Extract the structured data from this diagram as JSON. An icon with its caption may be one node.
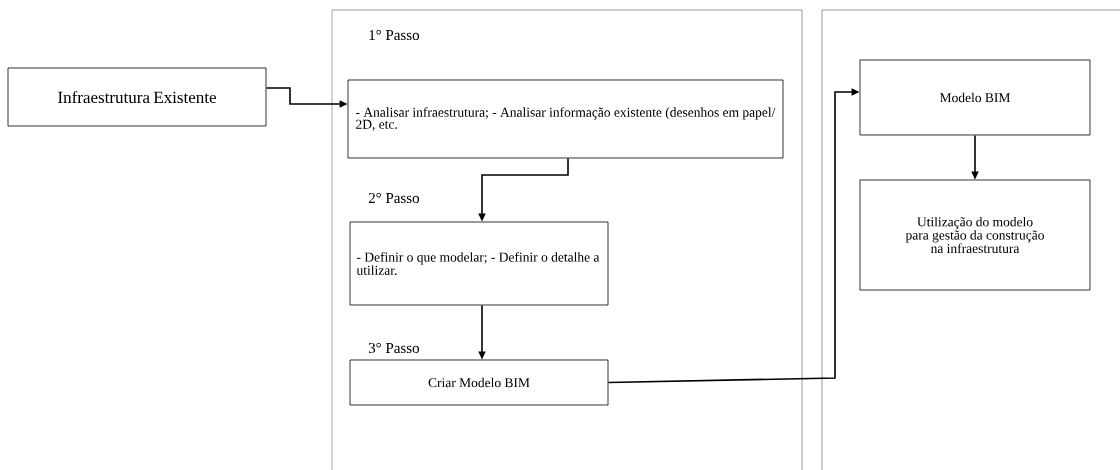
{
  "diagram": {
    "nodes": [
      {
        "text": [
          "Infraestrutura Existente"
        ]
      },
      {
        "text": [],
        "shape": "box"
      },
      {
        "text": [
          "- Analisar infraestrutura; - Analisar informação existente (desenhos em papel/ 2D, etc."
        ],
        "in": 1
      },
      {
        "text": [
          "- Definir o que modelar; - Definir o detalhe a utilizar."
        ],
        "in": 1
      },
      {
        "text": [
          "Criar Modelo BIM"
        ],
        "in": 1
      },
      {
        "text": [],
        "shape": "box"
      },
      {
        "text": [
          "Modelo BIM"
        ],
        "in": 5
      },
      {
        "text": [
          "Utilização do modelo para gestão da construção na infraestrutura"
        ],
        "in": 5
      }
    ],
    "edges": [
      {
        "from": 0,
        "to": 2,
        "arrow": "to"
      },
      {
        "from": 2,
        "to": 3,
        "arrow": "to"
      },
      {
        "from": 3,
        "to": 4,
        "arrow": "to"
      },
      {
        "from": 4,
        "to": 6,
        "arrow": "to"
      },
      {
        "from": 6,
        "to": 7,
        "arrow": "to"
      }
    ],
    "labels": [
      "1° Passo",
      "2° Passo",
      "3° Passo"
    ]
  }
}
